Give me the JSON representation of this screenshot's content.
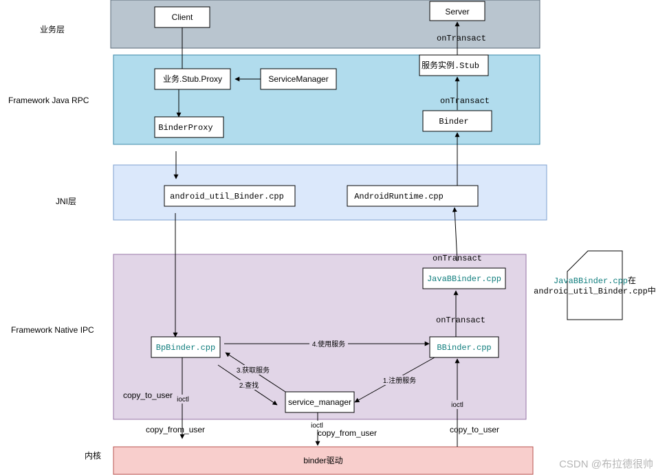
{
  "colors": {
    "business_layer": "#b9c5cf",
    "java_rpc_layer": "#b1dced",
    "jni_layer": "#dbe8fb",
    "native_ipc_layer": "#e1d5e7",
    "kernel_layer": "#f8cecc",
    "teal_text": "#0f7d7d"
  },
  "layers": {
    "business": "业务层",
    "java_rpc": "Framework Java RPC",
    "jni": "JNI层",
    "native_ipc": "Framework Native IPC",
    "kernel": "内核"
  },
  "nodes": {
    "client": "Client",
    "server": "Server",
    "stub_proxy": "业务.Stub.Proxy",
    "service_manager_java": "ServiceManager",
    "binder_proxy": "BinderProxy",
    "service_stub": "服务实例.Stub",
    "binder": "Binder",
    "android_util_binder": "android_util_Binder.cpp",
    "android_runtime": "AndroidRuntime.cpp",
    "java_bbinder": "JavaBBinder.cpp",
    "bp_binder": "BpBinder.cpp",
    "bbinder": "BBinder.cpp",
    "service_manager": "service_manager",
    "binder_driver": "binder驱动"
  },
  "edge_labels": {
    "on_transact_1": "onTransact",
    "on_transact_2": "onTransact",
    "on_transact_3": "onTransact",
    "on_transact_4": "onTransact",
    "use_service": "4.使用服务",
    "get_service": "3.获取服务",
    "lookup": "2.查找",
    "register_service": "1.注册服务",
    "copy_to_user_left": "copy_to_user",
    "ioctl_left": "ioctl",
    "copy_from_user_left": "copy_from_user",
    "ioctl_mid": "ioctl",
    "copy_from_user_mid": "copy_from_user",
    "ioctl_right": "ioctl",
    "copy_to_user_right": "copy_to_user"
  },
  "note": {
    "line1_code": "JavaBBinder.cpp",
    "line1_suffix": "在",
    "line2": "android_util_Binder.cpp中"
  },
  "watermark": "CSDN @布拉德很帅"
}
